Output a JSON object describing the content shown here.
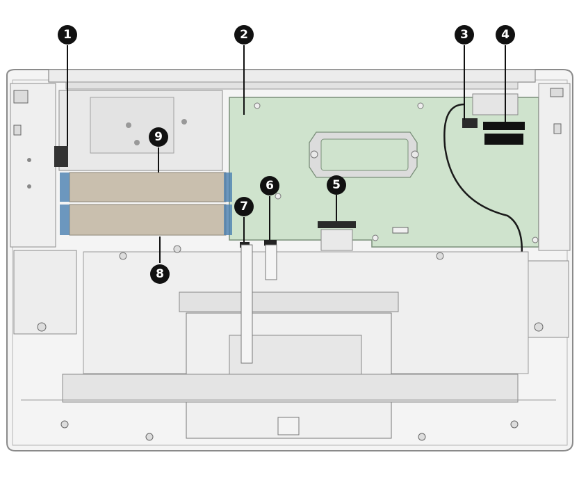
{
  "callouts": [
    {
      "id": "1",
      "label": "1"
    },
    {
      "id": "2",
      "label": "2"
    },
    {
      "id": "3",
      "label": "3"
    },
    {
      "id": "4",
      "label": "4"
    },
    {
      "id": "5",
      "label": "5"
    },
    {
      "id": "6",
      "label": "6"
    },
    {
      "id": "7",
      "label": "7"
    },
    {
      "id": "8",
      "label": "8"
    },
    {
      "id": "9",
      "label": "9"
    }
  ],
  "colors": {
    "chassis_fill": "#f2f2f2",
    "chassis_stroke": "#8a8a8a",
    "board_fill": "#cfe3cd",
    "cable_fill": "#c9bfae",
    "cable_blue": "#4a7fb0",
    "callout_fill": "#111111",
    "wire": "#1a1a1a"
  }
}
